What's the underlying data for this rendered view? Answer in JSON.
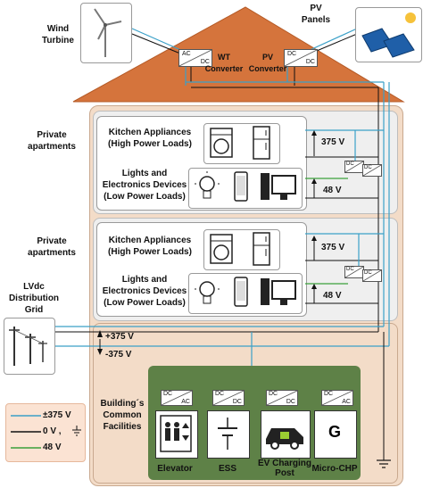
{
  "labels": {
    "wind_turbine": "Wind\nTurbine",
    "pv_panels": "PV\nPanels",
    "wt_converter": "WT\nConverter",
    "pv_converter": "PV\nConverter",
    "private_apartments_1": "Private\napartments",
    "private_apartments_2": "Private\napartments",
    "lvdc_grid": "LVdc\nDistribution\nGrid",
    "common_facilities": "Building´s\nCommon\nFacilities"
  },
  "apartments": [
    {
      "kitchen_label": "Kitchen Appliances\n(High Power Loads)",
      "lights_label": "Lights and\nElectronics Devices\n(Low Power Loads)",
      "v_high": "375 V",
      "v_low": "48 V"
    },
    {
      "kitchen_label": "Kitchen Appliances\n(High Power Loads)",
      "lights_label": "Lights and\nElectronics Devices\n(Low Power Loads)",
      "v_high": "375 V",
      "v_low": "48 V"
    }
  ],
  "bus": {
    "plus": "+375 V",
    "minus": "-375 V"
  },
  "converter_text": {
    "ac": "AC",
    "dc": "DC"
  },
  "facilities": [
    {
      "name": "Elevator"
    },
    {
      "name": "ESS"
    },
    {
      "name": "EV Charging\nPost"
    },
    {
      "name": "Micro-CHP",
      "glyph": "G"
    }
  ],
  "legend": [
    {
      "label": "±375 V",
      "color": "#3aa0c8"
    },
    {
      "label": "0 V ,",
      "color": "#111111"
    },
    {
      "label": "48 V",
      "color": "#3aa03a"
    }
  ],
  "colors": {
    "roof": "#d5743c",
    "house_wall": "#f3dcc8",
    "bus_line": "#3aa0c8",
    "ground_line": "#111111",
    "low_voltage_line": "#3aa03a",
    "common_box": "#5e8147",
    "legend_bg": "#fbe3d3"
  }
}
